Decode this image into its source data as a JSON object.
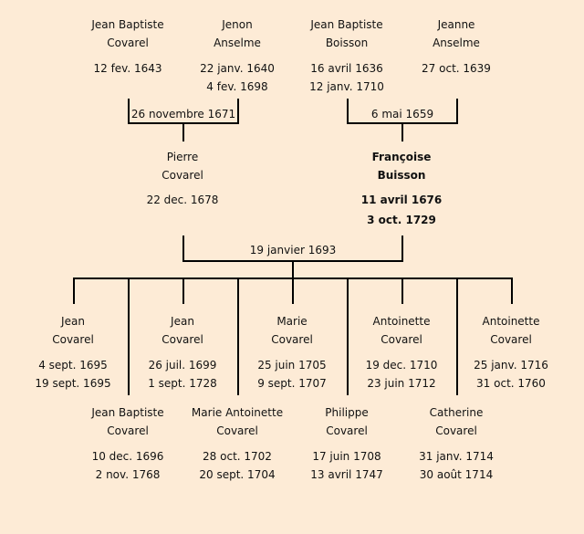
{
  "grandparents": [
    {
      "first": "Jean Baptiste",
      "last": "Covarel",
      "d1": "12 fev. 1643",
      "d2": ""
    },
    {
      "first": "Jenon",
      "last": "Anselme",
      "d1": "22 janv. 1640",
      "d2": "4 fev. 1698"
    },
    {
      "first": "Jean Baptiste",
      "last": "Boisson",
      "d1": "16 avril 1636",
      "d2": "12 janv. 1710"
    },
    {
      "first": "Jeanne",
      "last": "Anselme",
      "d1": "27 oct. 1639",
      "d2": ""
    }
  ],
  "marriages": {
    "left": "26 novembre 1671",
    "right": "6 mai 1659",
    "parents": "19 janvier 1693"
  },
  "parents": [
    {
      "first": "Pierre",
      "last": "Covarel",
      "d1": "22 dec. 1678",
      "d2": ""
    },
    {
      "first": "Françoise",
      "last": "Buisson",
      "d1": "11 avril 1676",
      "d2": "3 oct. 1729"
    }
  ],
  "children": [
    {
      "first": "Jean",
      "last": "Covarel",
      "d1": "4 sept. 1695",
      "d2": "19 sept. 1695"
    },
    {
      "first": "Jean Baptiste",
      "last": "Covarel",
      "d1": "10 dec. 1696",
      "d2": "2 nov. 1768"
    },
    {
      "first": "Jean",
      "last": "Covarel",
      "d1": "26 juil. 1699",
      "d2": "1 sept. 1728"
    },
    {
      "first": "Marie Antoinette",
      "last": "Covarel",
      "d1": "28 oct. 1702",
      "d2": "20 sept. 1704"
    },
    {
      "first": "Marie",
      "last": "Covarel",
      "d1": "25 juin 1705",
      "d2": "9 sept. 1707"
    },
    {
      "first": "Philippe",
      "last": "Covarel",
      "d1": "17 juin 1708",
      "d2": "13 avril 1747"
    },
    {
      "first": "Antoinette",
      "last": "Covarel",
      "d1": "19 dec. 1710",
      "d2": "23 juin 1712"
    },
    {
      "first": "Catherine",
      "last": "Covarel",
      "d1": "31 janv. 1714",
      "d2": "30 août 1714"
    },
    {
      "first": "Antoinette",
      "last": "Covarel",
      "d1": "25 janv. 1716",
      "d2": "31 oct. 1760"
    }
  ]
}
